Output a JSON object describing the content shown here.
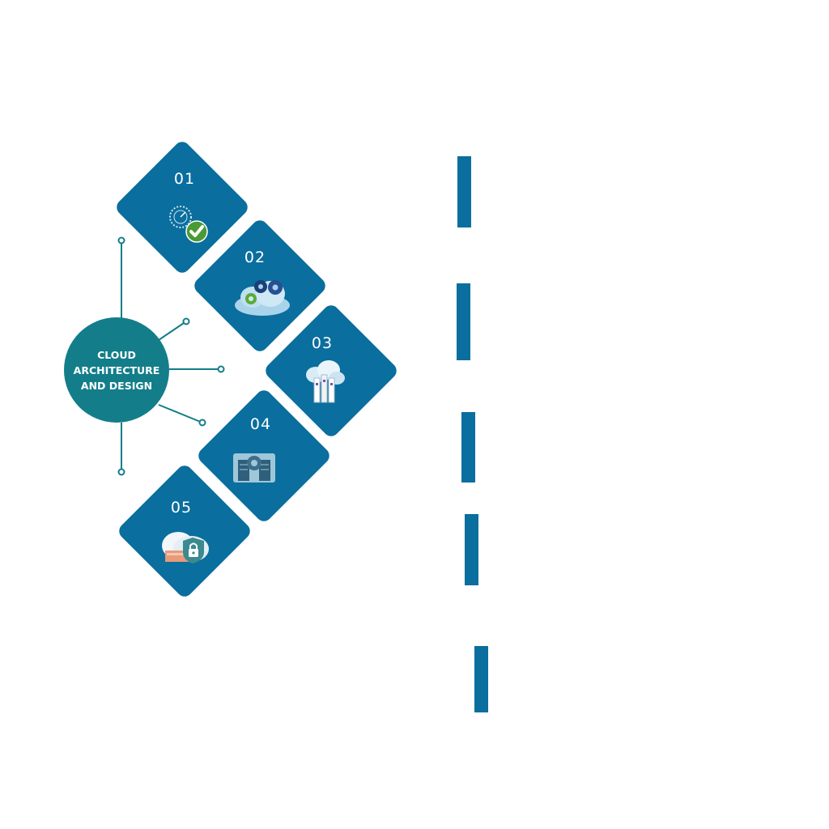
{
  "colors": {
    "blue": "#0a6e9e",
    "teal": "#137e8a",
    "line": "#127d8a",
    "check_green": "#4a9a36"
  },
  "hub": {
    "label_line1": "CLOUD",
    "label_line2": "ARCHITECTURE",
    "label_line3": "AND DESIGN"
  },
  "steps": [
    {
      "number": "01",
      "icon": "speed-check-icon"
    },
    {
      "number": "02",
      "icon": "cloud-gears-icon"
    },
    {
      "number": "03",
      "icon": "cloud-servers-icon"
    },
    {
      "number": "04",
      "icon": "data-center-icon"
    },
    {
      "number": "05",
      "icon": "cloud-security-lock-icon"
    }
  ]
}
